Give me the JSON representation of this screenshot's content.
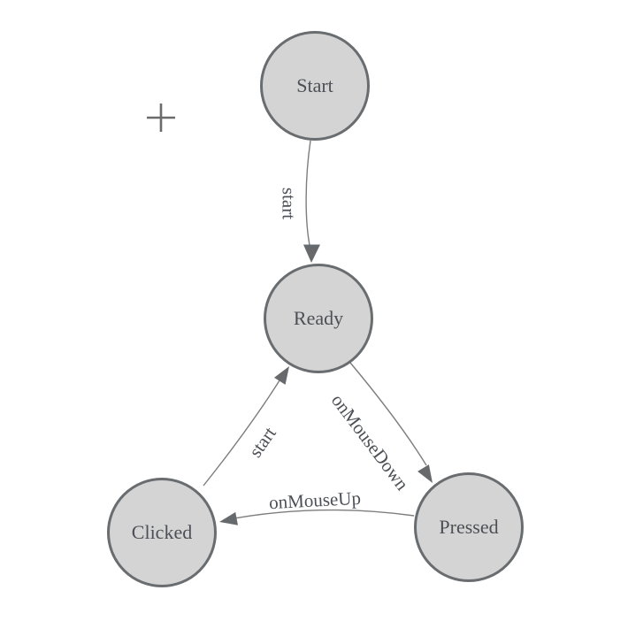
{
  "diagram": {
    "type": "state-machine",
    "background_color": "#ffffff",
    "node_fill_color": "#d4d4d4",
    "node_border_color": "#696d70",
    "edge_line_color": "#7d7d7d",
    "arrowhead_color": "#666a6d",
    "label_text_color": "#4d4f56",
    "cursor_icon": "crosshair-plus",
    "nodes": [
      {
        "id": "start",
        "label": "Start"
      },
      {
        "id": "ready",
        "label": "Ready"
      },
      {
        "id": "clicked",
        "label": "Clicked"
      },
      {
        "id": "pressed",
        "label": "Pressed"
      }
    ],
    "edges": [
      {
        "id": "start-to-ready",
        "from": "Start",
        "to": "Ready",
        "label": "start"
      },
      {
        "id": "clicked-to-ready",
        "from": "Clicked",
        "to": "Ready",
        "label": "start"
      },
      {
        "id": "ready-to-pressed",
        "from": "Ready",
        "to": "Pressed",
        "label": "onMouseDown"
      },
      {
        "id": "pressed-to-clicked",
        "from": "Pressed",
        "to": "Clicked",
        "label": "onMouseUp"
      }
    ]
  }
}
